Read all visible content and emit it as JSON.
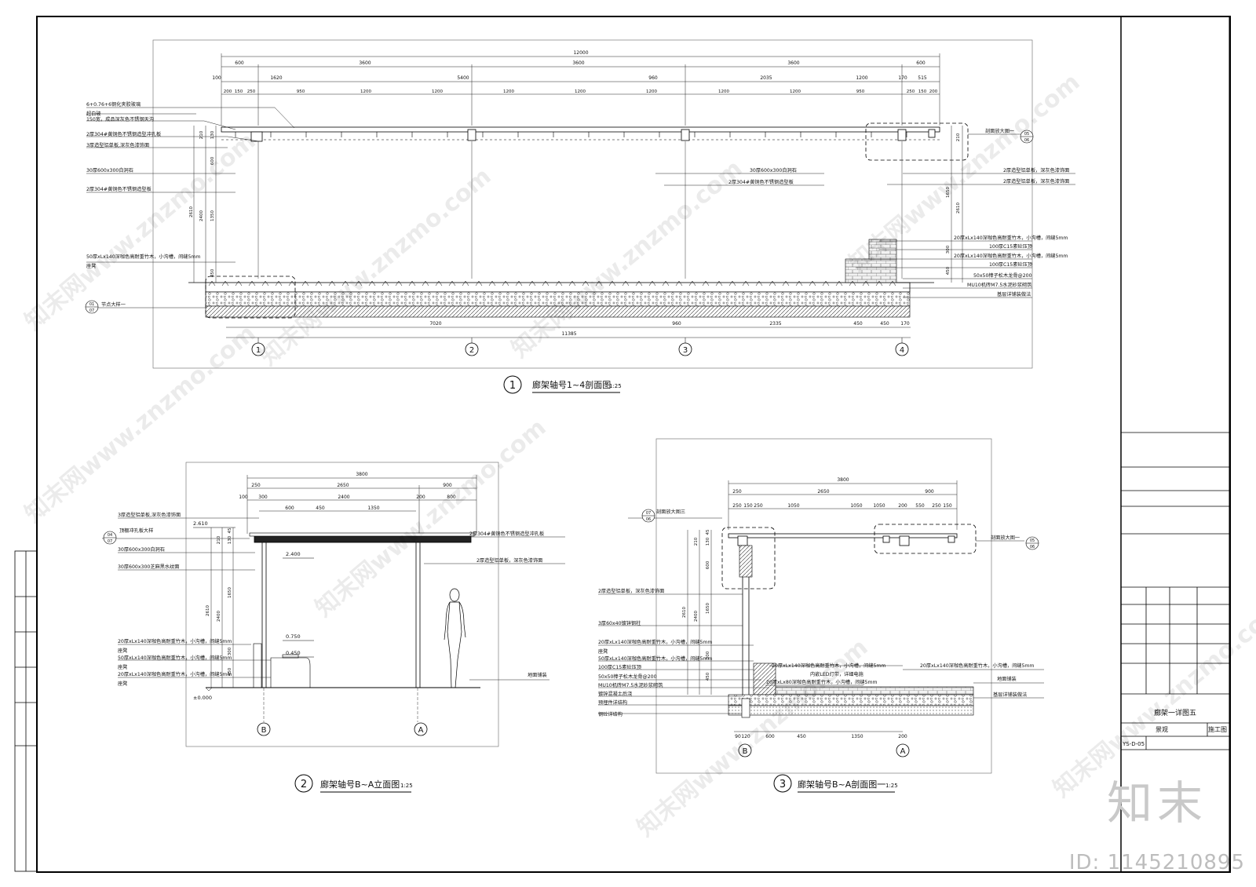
{
  "drawings": {
    "d1": {
      "num": "1",
      "title": "廊架轴号1~4剖面图",
      "scale": "1:25"
    },
    "d2": {
      "num": "2",
      "title": "廊架轴号B~A立面图",
      "scale": "1:25"
    },
    "d3": {
      "num": "3",
      "title": "廊架轴号B~A剖面图一",
      "scale": "1:25"
    }
  },
  "d1_dims": {
    "total": "12000",
    "row2": [
      "600",
      "3600",
      "3600",
      "3600",
      "600"
    ],
    "row3": [
      "100",
      "1620",
      "5400",
      "960",
      "2035",
      "1200",
      "170",
      "515"
    ],
    "row4": [
      "200",
      "150",
      "250",
      "950",
      "1200",
      "1200",
      "1200",
      "1200",
      "1200",
      "1200",
      "1200",
      "950",
      "250",
      "150",
      "200"
    ],
    "bottom1": [
      "7020",
      "960",
      "2335",
      "450",
      "450",
      "170"
    ],
    "bottom2": "11385",
    "vert_left": [
      "210",
      "130",
      "600",
      "2610",
      "2400",
      "1350",
      "450"
    ],
    "vert_right": [
      "210",
      "1650",
      "2610",
      "300",
      "450"
    ]
  },
  "d1_labels_left": [
    "6+0.76+6钢化夹胶玻璃",
    "超白玻",
    "150宽，成品深灰色不锈钢天沟",
    "2厚304#黄铜色不锈钢造型冲孔板",
    "3厚造型铝单板,深灰色漆饰面",
    "30厚600x300白洞石",
    "2厚304#黄铜色不锈钢造型板",
    "50厚xLx140深咖色高耐重竹木，小沟槽，间缝5mm",
    "座凳",
    "节点大样一"
  ],
  "d1_labels_mid": [
    "30厚600x300白洞石",
    "2厚304#黄铜色不锈钢造型板"
  ],
  "d1_labels_right": [
    "剖面放大图一",
    "2厚造型铝单板，深灰色漆饰面",
    "2厚造型铝单板，深灰色漆饰面",
    "20厚xLx140深咖色高耐重竹木，小沟槽，间缝5mm",
    "100厚C15素砼压顶",
    "20厚xLx140深咖色高耐重竹木，小沟槽，间缝5mm",
    "100厚C15素砼压顶",
    "50x50樟子松木龙骨@200",
    "MU10机砖M7.5水泥砂浆砌筑",
    "基层详铺装做法"
  ],
  "callouts": {
    "d1_left": [
      "01",
      "07"
    ],
    "d1_right": [
      "05",
      "06"
    ],
    "d2_left": [
      "04",
      "07"
    ],
    "d3_left": [
      "07",
      "06"
    ],
    "d3_right": [
      "05",
      "06"
    ]
  },
  "axes": {
    "d1": [
      "1",
      "2",
      "3",
      "4"
    ],
    "d2": [
      "B",
      "A"
    ],
    "d3": [
      "B",
      "A"
    ]
  },
  "d2_dims": {
    "total": "3800",
    "row2": [
      "250",
      "2650",
      "900"
    ],
    "row3": [
      "100",
      "300",
      "2400",
      "200",
      "800"
    ],
    "row4": [
      "600",
      "450",
      "1350"
    ],
    "vert": [
      "210",
      "130",
      "45",
      "1650",
      "2610",
      "2400",
      "300",
      "450"
    ],
    "levels": [
      "2.610",
      "2.400",
      "0.750",
      "0.450",
      "±0.000"
    ]
  },
  "d2_labels": [
    "3厚造型铝单板,深灰色漆饰面",
    "顶棚冲孔板大样",
    "2厚304#黄铜色不锈钢造型冲孔板",
    "2厚造型铝单板，深灰色漆饰面",
    "30厚600x300白洞石",
    "30厚600x300芝麻黑水纹面",
    "20厚xLx140深咖色高耐重竹木，小沟槽，间缝5mm",
    "座凳",
    "50厚xLx140深咖色高耐重竹木，小沟槽，间缝5mm",
    "座凳",
    "20厚xLx140深咖色高耐重竹木，小沟槽，间缝5mm",
    "座凳",
    "地面铺装"
  ],
  "d3_dims": {
    "total": "3800",
    "row2": [
      "250",
      "2650",
      "900"
    ],
    "row3": [
      "250",
      "150",
      "250",
      "1050",
      "1050",
      "1050",
      "200",
      "550",
      "250",
      "150"
    ],
    "bottom": [
      "90",
      "120",
      "600",
      "450",
      "1350",
      "200"
    ],
    "vert": [
      "45",
      "210",
      "130",
      "600",
      "2610",
      "2400",
      "1650",
      "300",
      "450"
    ]
  },
  "d3_labels_left": [
    "剖面放大图三",
    "2厚造型铝单板，深灰色漆饰面",
    "3厚60x40镀锌钢柱",
    "20厚xLx140深咖色高耐重竹木，小沟槽，间缝5mm",
    "座凳",
    "50厚xLx140深咖色高耐重竹木，小沟槽，间缝5mm",
    "100厚C15素砼压顶",
    "50x50樟子松木龙骨@200",
    "MU10机砖M7.5水泥砂浆砌筑",
    "镀锌混凝土后浇",
    "预埋件详结构",
    "钢砼详结构"
  ],
  "d3_labels_mid": [
    "20厚xLx140深咖色高耐重竹木，小沟槽，间缝5mm",
    "内嵌LED灯带，详细电施",
    "20厚xLx80深咖色高耐重竹木，小沟槽，间缝5mm"
  ],
  "d3_labels_right": [
    "剖面放大图一",
    "20厚xLx140深咖色高耐重竹木，小沟槽，间缝5mm",
    "地面铺装",
    "基层详铺装做法"
  ],
  "title_block": {
    "sheet_title": "廊架一详图五",
    "discipline": "景观",
    "stage": "施工图",
    "sheet_no": "YS-D-05"
  },
  "watermark": {
    "text": "知末网www.znzmo.com",
    "brand": "知末",
    "id_label": "ID: 1145210895"
  }
}
